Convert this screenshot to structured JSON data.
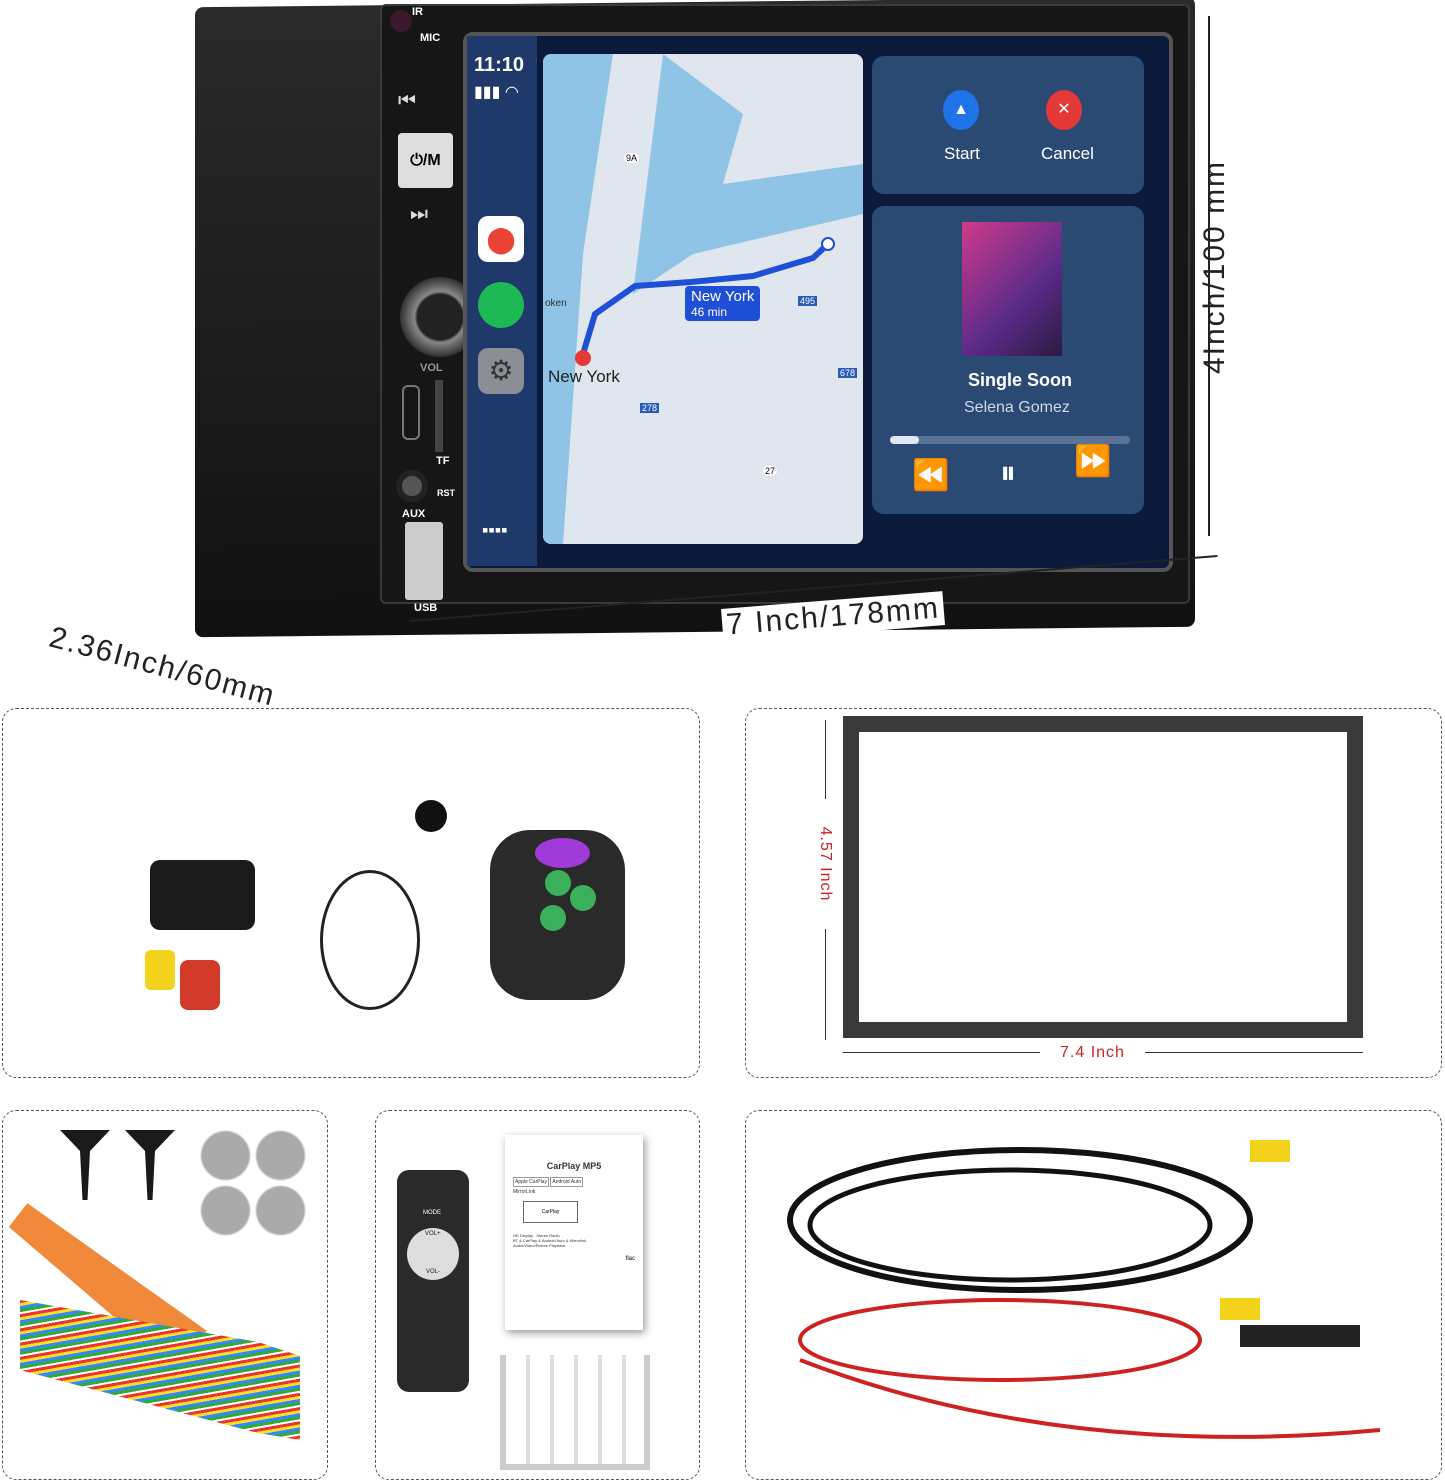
{
  "head_unit": {
    "labels": {
      "ir": "IR",
      "mic": "MIC",
      "power": "⏻/M",
      "vol": "VOL",
      "tf": "TF",
      "rst": "RST",
      "aux": "AUX",
      "usb": "USB"
    },
    "status": {
      "time": "11:10"
    },
    "dock_apps": [
      "google-maps",
      "spotify",
      "settings"
    ],
    "map": {
      "city": "New York",
      "destination_label": "New York",
      "eta": "46 min",
      "route_signs": [
        "9A",
        "495",
        "278",
        "678",
        "27"
      ],
      "place_fragment": "oken"
    },
    "nav_card": {
      "start": "Start",
      "cancel": "Cancel"
    },
    "now_playing": {
      "title": "Single Soon",
      "artist": "Selena Gomez",
      "progress": 0.12
    }
  },
  "dimensions": {
    "height": "4Inch/100 mm",
    "width": "7 Inch/178mm",
    "depth": "2.36Inch/60mm"
  },
  "frame": {
    "height": "4.57 Inch",
    "width": "7.4 Inch"
  },
  "manual": {
    "title": "CarPlay MP5",
    "badges": [
      "Apple CarPlay",
      "Android Auto",
      "MirrorLink"
    ],
    "screen_label": "CarPlay",
    "features": [
      "HD Display , Stereo Radio",
      "BT & CarPlay & Android Auto & Mirrorlink",
      "Audio/Video/Picture Playback"
    ],
    "format": "flac"
  },
  "remote": {
    "buttons": [
      "MODE",
      "VOL+",
      "VOL-"
    ]
  },
  "colors": {
    "screen_bg": "#0b1a3a",
    "card": "#2a4a74",
    "route": "#1f4fd6",
    "dimension_red": "#c22222"
  }
}
